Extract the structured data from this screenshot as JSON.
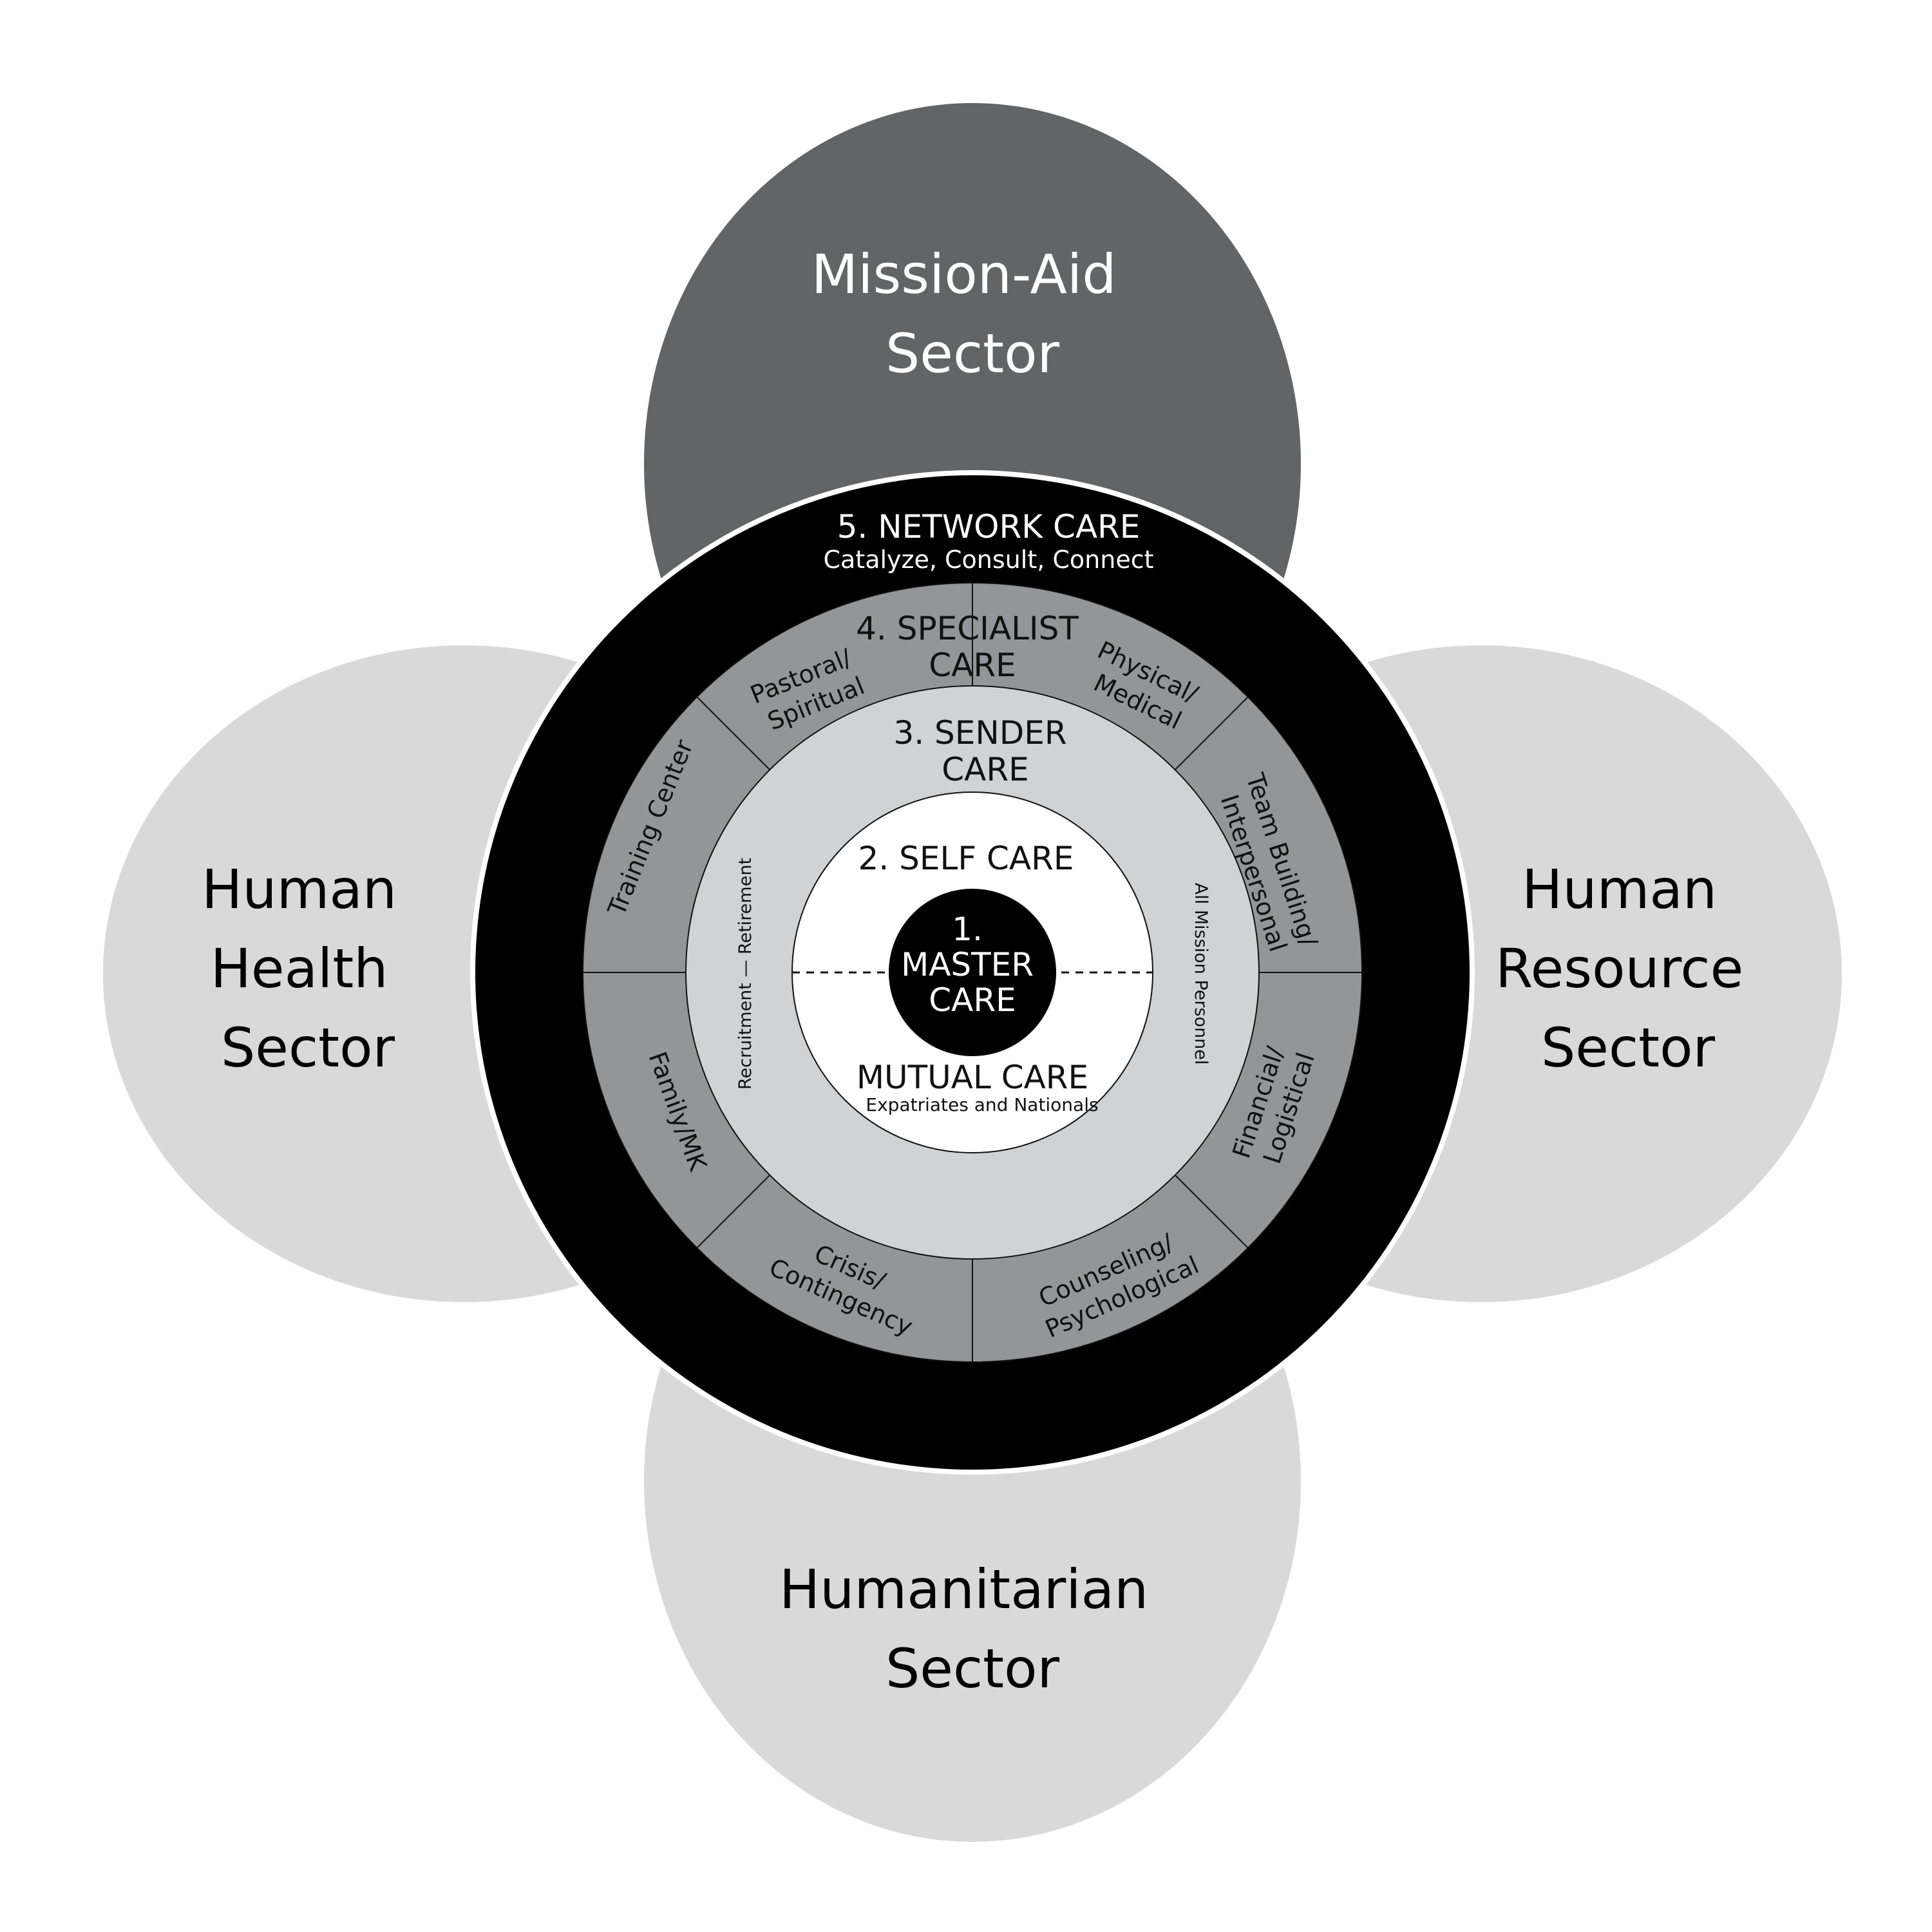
{
  "sectors": {
    "top": {
      "lines": [
        "Mission-Aid",
        "Sector"
      ]
    },
    "left": {
      "lines": [
        "Human",
        "Health",
        "Sector"
      ]
    },
    "right": {
      "lines": [
        "Human",
        "Resource",
        "Sector"
      ]
    },
    "bottom": {
      "lines": [
        "Humanitarian",
        "Sector"
      ]
    }
  },
  "rings": {
    "network": {
      "title": "5. NETWORK CARE",
      "subtitle": "Catalyze, Consult, Connect"
    },
    "specialist": {
      "lines": [
        "4. SPECIALIST",
        "CARE"
      ]
    },
    "sender": {
      "lines": [
        "3. SENDER",
        "CARE"
      ]
    },
    "self": {
      "title": "2. SELF CARE"
    },
    "master": {
      "lines": [
        "1.",
        "MASTER",
        "CARE"
      ]
    },
    "mutual": {
      "title": "MUTUAL CARE",
      "subtitle": "Expatriates and Nationals"
    }
  },
  "specialist_segments": {
    "pastoral": {
      "lines": [
        "Pastoral/",
        "Spiritual"
      ]
    },
    "physical": {
      "lines": [
        "Physical/",
        "Medical"
      ]
    },
    "team": {
      "lines": [
        "Team Building/",
        "Interpersonal"
      ]
    },
    "financial": {
      "lines": [
        "Financial/",
        "Logistical"
      ]
    },
    "counseling": {
      "lines": [
        "Counseling/",
        "Psychological"
      ]
    },
    "crisis": {
      "lines": [
        "Crisis/",
        "Contingency"
      ]
    },
    "family": {
      "lines": [
        "Family/MK"
      ]
    },
    "training": {
      "lines": [
        "Training Center"
      ]
    }
  },
  "sender_side_labels": {
    "left": "Recruitment  — Retirement",
    "right": "All Mission Personnel"
  },
  "colors": {
    "mission_aid_petal": "#636466",
    "light_petal": "#d9d9da",
    "network_ring": "#000000",
    "specialist_ring": "#939598",
    "sender_ring": "#d1d2d4",
    "self_ring": "#ffffff",
    "master_core": "#000000"
  }
}
